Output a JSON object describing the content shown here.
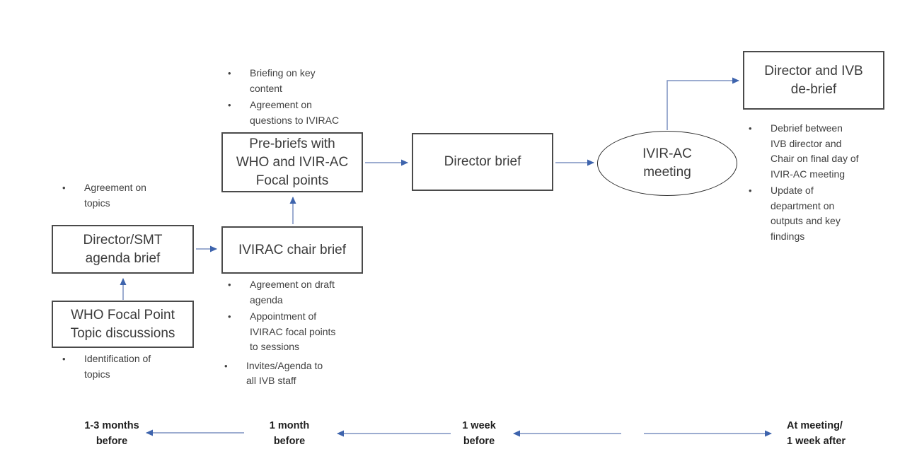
{
  "glyphs": {
    "bullet": "•"
  },
  "colors": {
    "arrow_line": "#7b90c0",
    "arrow_head": "#3e64ad",
    "box_border": "#4a4a4a",
    "text": "#3d3d3d"
  },
  "nodes": {
    "who_topic": {
      "lines": [
        "WHO Focal Point",
        "Topic discussions"
      ]
    },
    "director_smt": {
      "lines": [
        "Director/SMT",
        "agenda brief"
      ]
    },
    "ivirac_chair": {
      "lines": [
        "IVIRAC chair brief"
      ]
    },
    "prebriefs": {
      "lines": [
        "Pre-briefs with",
        "WHO and IVIR-AC",
        "Focal points"
      ]
    },
    "director_brief": {
      "lines": [
        "Director brief"
      ]
    },
    "meeting": {
      "lines": [
        "IVIR-AC",
        "meeting"
      ]
    },
    "debrief": {
      "lines": [
        "Director and IVB",
        "de-brief"
      ]
    }
  },
  "notes": {
    "agreement_topics": {
      "items": [
        {
          "lines": [
            "Agreement on",
            "topics"
          ]
        }
      ]
    },
    "identification_topics": {
      "items": [
        {
          "lines": [
            "Identification of",
            "topics"
          ]
        }
      ]
    },
    "prebrief_notes": {
      "items": [
        {
          "lines": [
            "Briefing on key",
            "content"
          ]
        },
        {
          "lines": [
            "Agreement on",
            "questions to IVIRAC"
          ]
        }
      ]
    },
    "chair_notes": {
      "items": [
        {
          "lines": [
            "Agreement on draft",
            "agenda"
          ]
        },
        {
          "lines": [
            "Appointment of",
            "IVIRAC focal points",
            "to sessions"
          ]
        },
        {
          "lines": [
            "Invites/Agenda to",
            "all IVB staff"
          ]
        }
      ]
    },
    "debrief_notes": {
      "items": [
        {
          "lines": [
            "Debrief between",
            "IVB director and",
            "Chair on final day of",
            "IVIR-AC meeting"
          ]
        },
        {
          "lines": [
            "Update of",
            "department on",
            "outputs and key",
            "findings"
          ]
        }
      ]
    }
  },
  "timeline": {
    "labels": [
      {
        "lines": [
          "1-3 months",
          "before"
        ]
      },
      {
        "lines": [
          "1 month",
          "before"
        ]
      },
      {
        "lines": [
          "1 week",
          "before"
        ]
      },
      {
        "lines": [
          "At meeting/",
          "1 week after"
        ]
      }
    ]
  }
}
